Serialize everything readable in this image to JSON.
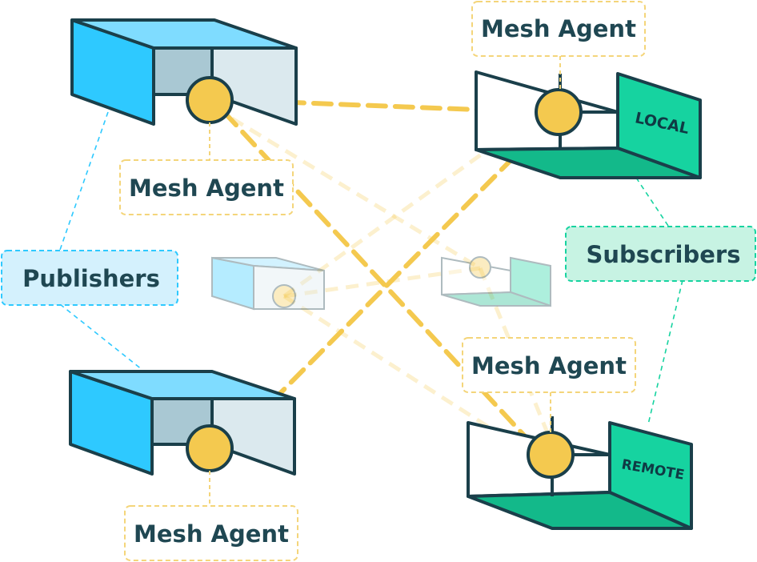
{
  "labels": {
    "mesh_agent": "Mesh Agent",
    "publishers": "Publishers",
    "subscribers": "Subscribers",
    "local": "LOCAL",
    "remote": "REMOTE"
  },
  "colors": {
    "outline": "#1a3f4a",
    "publisher_face": "#2ec9ff",
    "publisher_top": "#7fdcff",
    "publisher_back": "#a9c8d3",
    "subscriber_face": "#16d3a0",
    "subscriber_floor": "#13b98a",
    "agent": "#f4c94f",
    "agent_box_border": "#f4d57a",
    "publisher_box_fill": "#d4f1fd",
    "publisher_box_border": "#2ec9ff",
    "subscriber_box_fill": "#c7f3e3",
    "subscriber_box_border": "#16d3a0"
  }
}
